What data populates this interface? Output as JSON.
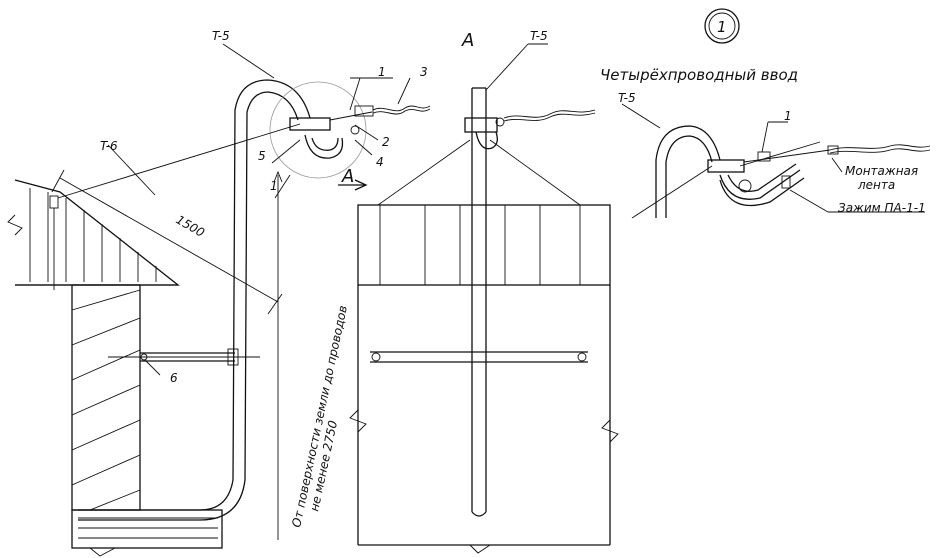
{
  "labels": {
    "t5_left": "T-5",
    "t5_mid": "T-5",
    "t5_right": "T-5",
    "t6": "T-6",
    "n1_left": "1",
    "n1_right": "1",
    "n1_bottom": "1",
    "n2": "2",
    "n3": "3",
    "n4": "4",
    "n5": "5",
    "n6": "6",
    "view_a_top": "A",
    "view_a_marker": "A",
    "dim_1500": "1500",
    "height_note_line1": "От поверхности земли до проводов",
    "height_note_line2": "не менее 2750",
    "circle_number": "1",
    "title_right": "Четырёхпроводный ввод",
    "montage_tape_1": "Монтажная",
    "montage_tape_2": "лента",
    "clamp": "Зажим ПА-1-1"
  }
}
